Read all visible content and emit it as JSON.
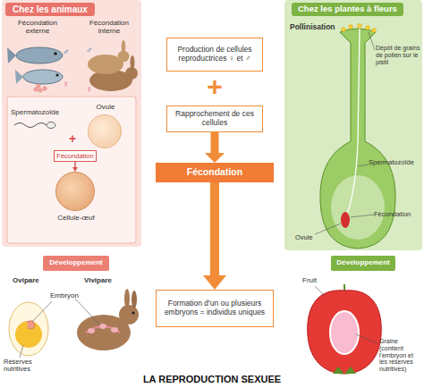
{
  "diagram": {
    "caption": "LA REPRODUCTION SEXUEE",
    "nodes": [
      {
        "text": [
          "Chez les animaux"
        ]
      },
      {
        "text": [
          "Ovule"
        ],
        "in": 0
      },
      {
        "text": [
          "Fécondation"
        ],
        "in": 0
      },
      {
        "text": [
          "Cellule-œuf"
        ],
        "in": 0
      },
      {
        "text": [
          "Production de cellules reproductrices ♀ et ♂"
        ]
      },
      {
        "text": [
          "Rapprochement de ces cellules"
        ]
      },
      {
        "text": [
          "Fécondation"
        ]
      },
      {
        "text": [
          "Formation d'un ou plusieurs embryons = individus uniques"
        ]
      },
      {
        "text": [
          "Chez les plantes à fleurs"
        ]
      },
      {
        "text": [
          "Développement"
        ]
      },
      {
        "text": [
          "Développement"
        ]
      }
    ],
    "edges": [
      {
        "from": 2,
        "to": 3,
        "arrow": "to"
      },
      {
        "from": 5,
        "to": 6,
        "arrow": "to"
      },
      {
        "from": 6,
        "to": 7,
        "arrow": "to"
      }
    ],
    "labels": [
      "Fécondation externe",
      "Fécondation interne",
      "♂",
      "♀",
      "♂",
      "♀",
      "Spermatozoïde",
      "+",
      "+",
      "Ovipare",
      "Vivipare",
      "Embryon",
      "Réserves nutritives",
      "Pollinisation",
      "Dépôt de grains de pollen sur le pistil",
      "Spermatozoïde",
      "Fécondation",
      "Ovule",
      "Fruit",
      "Graine (contient l'embryon et les réserves nutritives)"
    ]
  }
}
